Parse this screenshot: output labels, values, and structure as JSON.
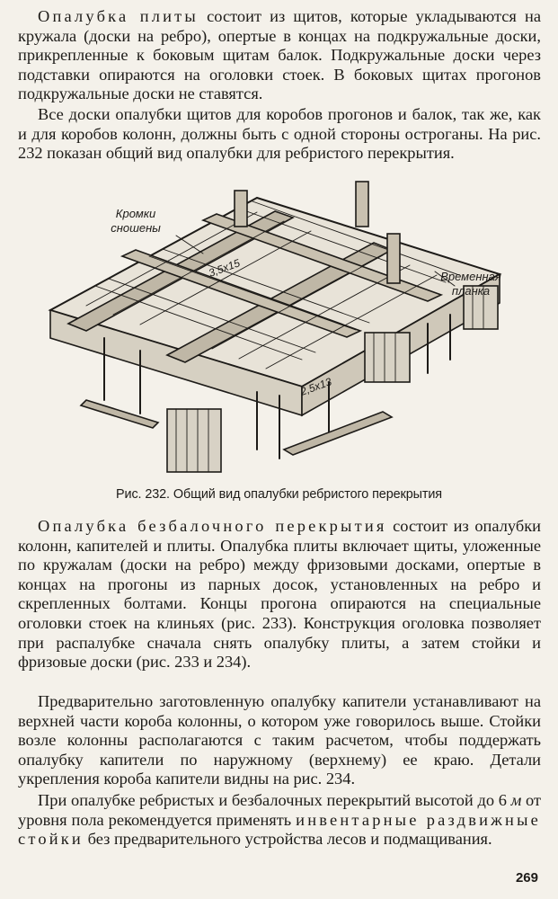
{
  "p1": {
    "term": "Опалубка плиты",
    "text": " состоит из щитов, которые укладываются на кружала (доски на ребро), опертые в концах на подкружальные доски, прикрепленные к боковым щитам балок. Подкружальные доски через подставки опираются на оголовки стоек. В боковых щитах прогонов подкружальные доски не ставятся."
  },
  "p2": "Все доски опалубки щитов для коробов прогонов и балок, так же, как и для коробов колонн, должны быть с одной стороны остроганы. На рис. 232 показан общий вид опалубки для ребристого перекрытия.",
  "figure": {
    "label_edges": [
      "Кромки",
      "сношены"
    ],
    "label_plank": [
      "Временная",
      "планка"
    ],
    "dim_1": "3,5x15",
    "dim_2": "2,5x13",
    "caption": "Рис. 232. Общий вид опалубки ребристого перекрытия"
  },
  "p3": {
    "term": "Опалубка безбалочного перекрытия",
    "text": " состоит из опалубки колонн, капителей и плиты. Опалубка плиты включает щиты, уложенные по кружалам (доски на ребро) между фризовыми досками, опертые в концах на прогоны из парных досок, установленных на ребро и скрепленных болтами. Концы прогона опираются на специальные оголовки стоек на клиньях (рис. 233). Конструкция оголовка позволяет при распалубке сначала снять опалубку плиты, а затем стойки и фризовые доски (рис. 233 и 234)."
  },
  "p4": "Предварительно заготовленную опалубку капители устанавливают на верхней части короба колонны, о котором уже говорилось выше. Стойки возле колонны располагаются с таким расчетом, чтобы поддержать опалубку капители по наружному (верхнему) ее краю. Детали укрепления короба капители видны на рис. 234.",
  "p5": {
    "pre": "При опалубке ребристых и безбалочных перекрытий высотой до 6 ",
    "unit": "м",
    "mid": " от уровня пола рекомендуется применять ",
    "term": "инвентарные раздвижные стойки",
    "post": " без предварительного устройства лесов и подмащивания."
  },
  "page_number": "269"
}
